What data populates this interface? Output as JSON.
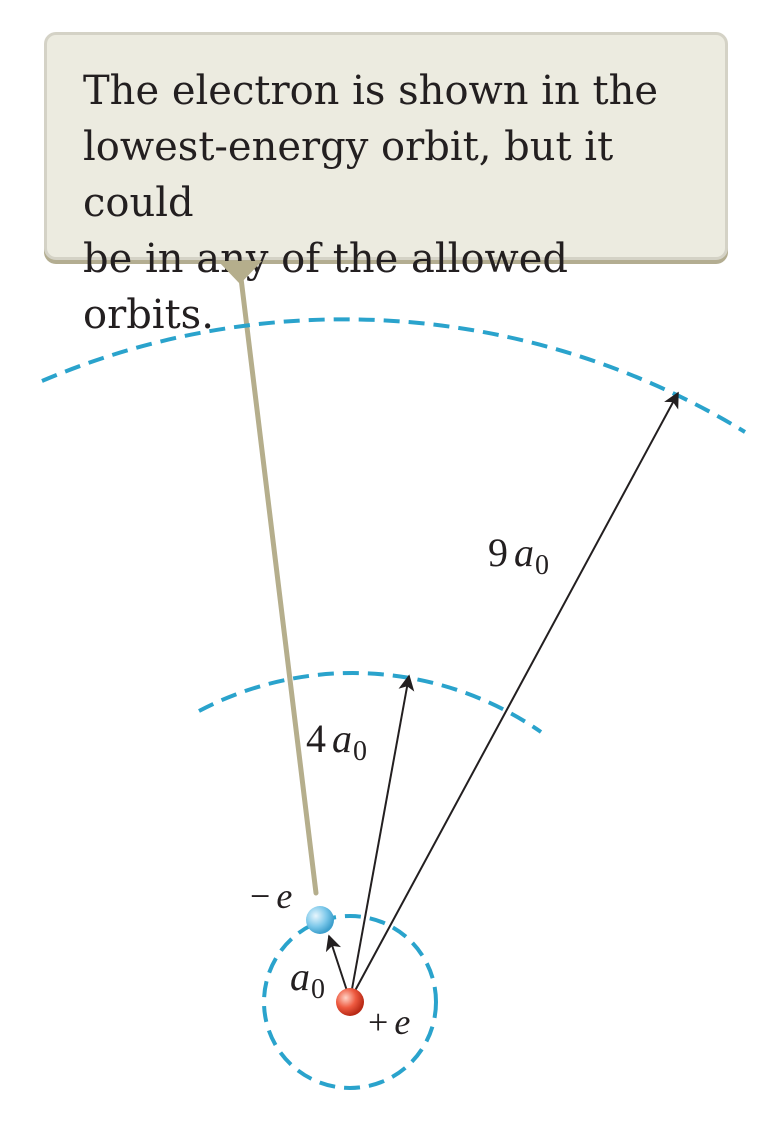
{
  "callout": {
    "text": "The electron is shown in the\nlowest-energy orbit, but it could\nbe in any of the allowed orbits."
  },
  "labels": {
    "radius_1": "a",
    "radius_1_sub": "0",
    "radius_4_coef": "4",
    "radius_4_var": "a",
    "radius_4_sub": "0",
    "radius_9_coef": "9",
    "radius_9_var": "a",
    "radius_9_sub": "0",
    "electron_sign": "−",
    "electron_var": "e",
    "proton_sign": "+",
    "proton_var": "e"
  },
  "colors": {
    "orbit": "#2aa3cc",
    "pointer": "#b5ae8c",
    "electron": "#7cc8ea",
    "nucleus": "#e8553e",
    "arrow": "#231f20"
  }
}
